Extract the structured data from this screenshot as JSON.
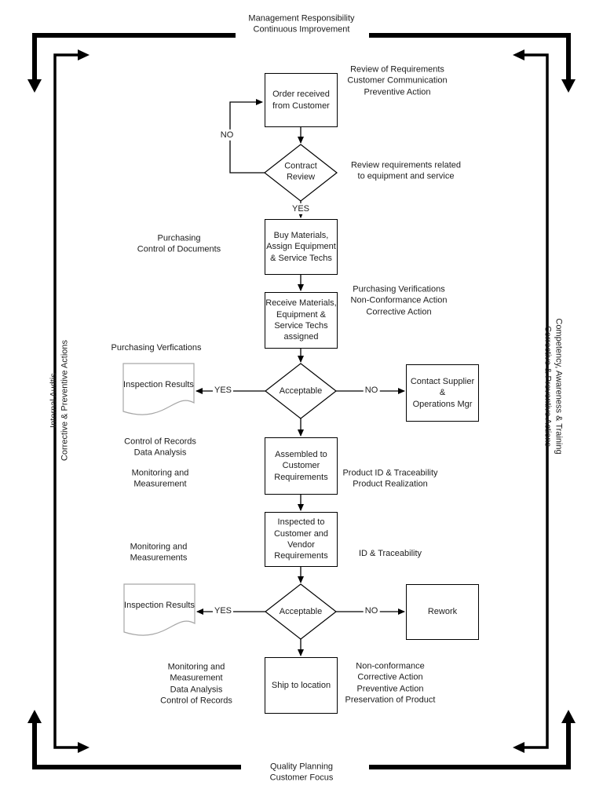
{
  "frame": {
    "top": "Management Responsibility\nContinuous Improvement",
    "bottom": "Quality Planning\nCustomer Focus",
    "left": "Internal Audtis\nCorrective & Preventive Actions",
    "right": "Competency, Awareness & Training\nCorrective & Preventive Actions"
  },
  "nodes": {
    "order": "Order received\nfrom Customer",
    "contract_review": "Contract\nReview",
    "buy": "Buy Materials,\nAssign Equipment\n& Service Techs",
    "receive": "Receive Materials,\nEquipment &\nService Techs\nassigned",
    "acceptable_1": "Acceptable",
    "inspection_results_1": "Inspection Results",
    "contact_supplier": "Contact Supplier &\nOperations Mgr",
    "assembled": "Assembled to\nCustomer\nRequirements",
    "inspected": "Inspected to\nCustomer and\nVendor\nRequirements",
    "acceptable_2": "Acceptable",
    "inspection_results_2": "Inspection Results",
    "rework": "Rework",
    "ship": "Ship to location"
  },
  "edge_labels": {
    "contract_no": "NO",
    "contract_yes": "YES",
    "acceptable1_yes": "YES",
    "acceptable1_no": "NO",
    "acceptable2_yes": "YES",
    "acceptable2_no": "NO"
  },
  "annotations": {
    "review_of_requirements": "Review of Requirements\nCustomer Communication\nPreventive Action",
    "review_requirements_related": "Review requirements related\nto equipment and service",
    "purchasing_control_documents": "Purchasing\nControl of Documents",
    "purchasing_verifications_nc": "Purchasing Verifications\nNon-Conformance Action\nCorrective Action",
    "purchasing_verfications": "Purchasing Verfications",
    "control_records_data_analysis": "Control of Records\nData Analysis",
    "monitoring_measurement": "Monitoring and\nMeasurement",
    "product_id_traceability": "Product ID & Traceability\nProduct Realization",
    "monitoring_measurements": "Monitoring and\nMeasurements",
    "id_traceability": "ID & Traceability",
    "monitoring_bottom": "Monitoring and\nMeasurement\nData Analysis\nControl of Records",
    "nonconformance": "Non-conformance\nCorrective Action\nPreventive Action\nPreservation of Product"
  },
  "colors": {
    "line": "#000000",
    "document_outline": "#a6a6a6",
    "text": "#1c1c1c",
    "background": "#ffffff"
  }
}
